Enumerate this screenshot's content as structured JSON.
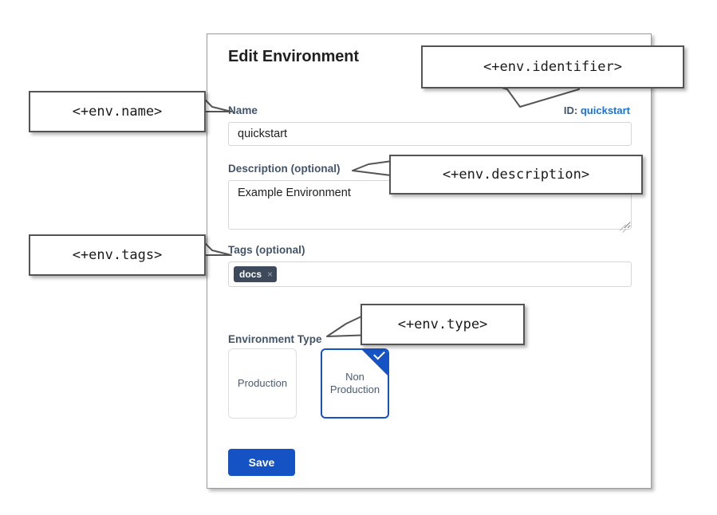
{
  "panel": {
    "title": "Edit Environment",
    "identifier": {
      "prefix": "ID:",
      "value": "quickstart"
    },
    "fields": {
      "name": {
        "label": "Name",
        "value": "quickstart"
      },
      "description": {
        "label": "Description (optional)",
        "value": "Example Environment"
      },
      "tags": {
        "label": "Tags (optional)",
        "chips": [
          "docs"
        ],
        "remove_glyph": "×"
      },
      "type": {
        "label": "Environment Type"
      }
    },
    "type_cards": [
      {
        "label": "Production",
        "selected": false
      },
      {
        "label": "Non Production",
        "line1": "Non",
        "line2": "Production",
        "selected": true
      }
    ],
    "save_label": "Save"
  },
  "callouts": {
    "name": "<+env.name>",
    "identifier": "<+env.identifier>",
    "description": "<+env.description>",
    "tags": "<+env.tags>",
    "type": "<+env.type>"
  },
  "colors": {
    "accent_blue": "#1552c4",
    "link_blue": "#1a73d4",
    "label_slate": "#41546b",
    "chip_bg": "#3d4a5c",
    "panel_border": "#9a9a9a",
    "callout_border": "#545454"
  }
}
